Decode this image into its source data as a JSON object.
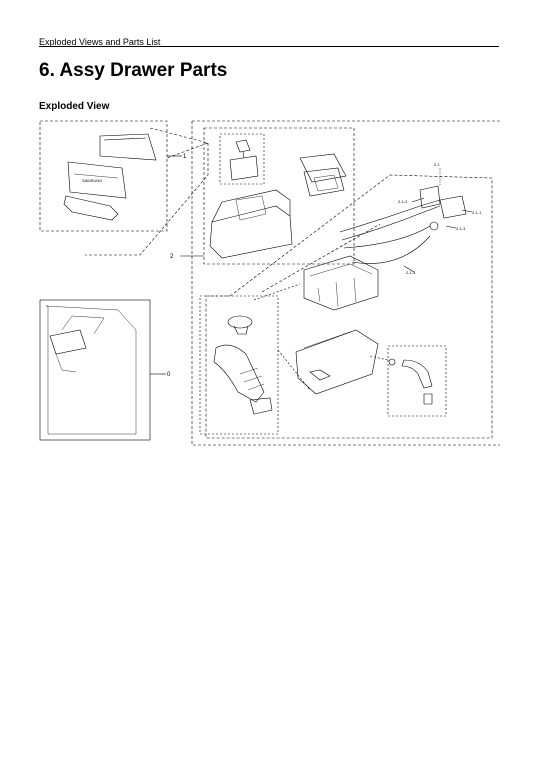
{
  "header": {
    "text": "Exploded Views and Parts List"
  },
  "section": {
    "title": "6.  Assy Drawer Parts",
    "subtitle": "Exploded View"
  },
  "callouts": {
    "c1": "1",
    "c2": "2",
    "c0": "0",
    "c21": "2-1",
    "c212": "2-1-2",
    "c211": "2-1-1",
    "c213": "2-1-3",
    "c214": "2-1-4"
  },
  "panel_text": {
    "brand": "SAMSUNG"
  }
}
